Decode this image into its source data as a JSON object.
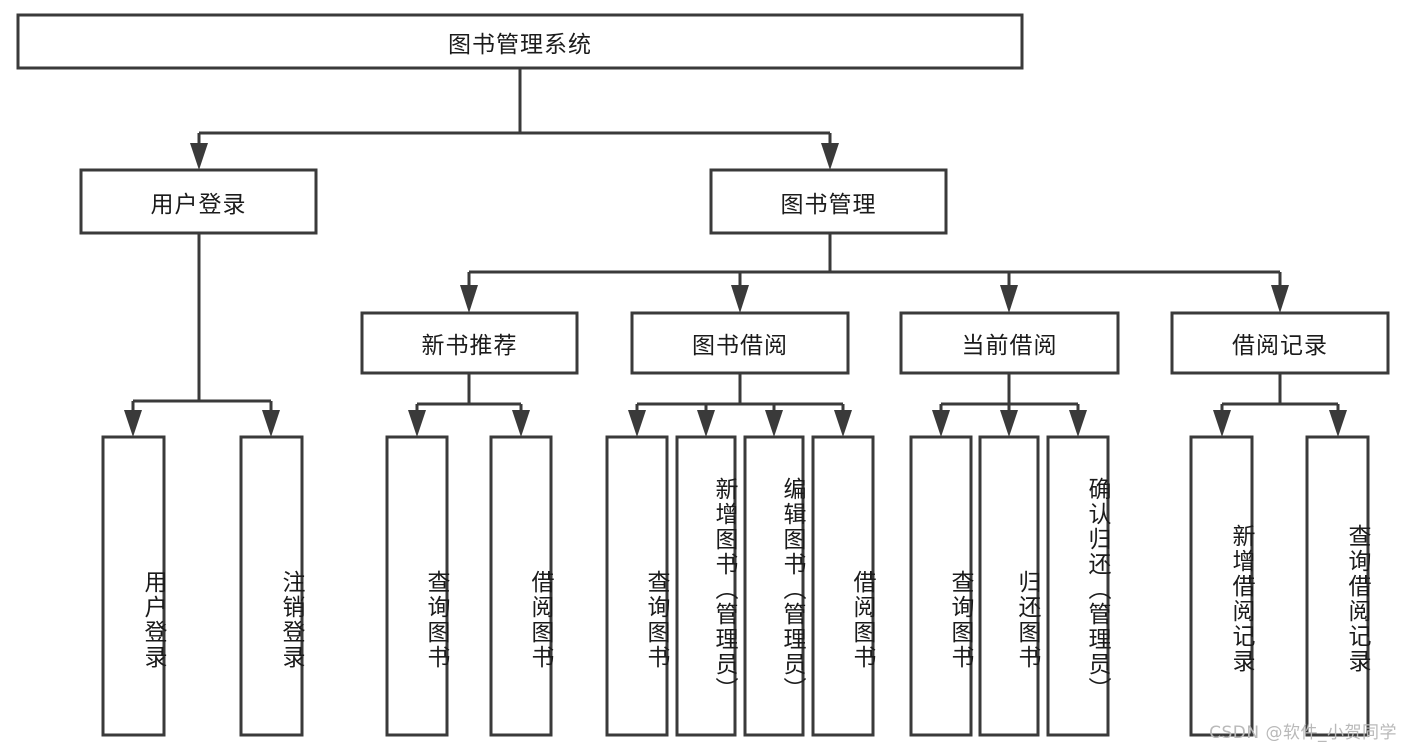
{
  "diagram": {
    "type": "tree-hierarchy",
    "title": "图书管理系统",
    "watermark": "CSDN @软件_小贺同学",
    "colors": {
      "stroke": "#3a3a3a",
      "box_fill": "#ffffff",
      "text": "#1b1b1b",
      "background": "#ffffff",
      "watermark": "#b9b9b9"
    },
    "levels": {
      "root_label": "图书管理系统",
      "level1": [
        {
          "id": "user-login",
          "label": "用户登录"
        },
        {
          "id": "book-manage",
          "label": "图书管理"
        }
      ],
      "level2": [
        {
          "id": "new-book-recommend",
          "label": "新书推荐",
          "parent": "book-manage"
        },
        {
          "id": "book-borrow",
          "label": "图书借阅",
          "parent": "book-manage"
        },
        {
          "id": "current-borrow",
          "label": "当前借阅",
          "parent": "book-manage"
        },
        {
          "id": "borrow-record",
          "label": "借阅记录",
          "parent": "book-manage"
        }
      ],
      "leaves": [
        {
          "id": "leaf-user-login",
          "label": "用户登录",
          "parent": "user-login"
        },
        {
          "id": "leaf-logout-login",
          "label": "注销登录",
          "parent": "user-login"
        },
        {
          "id": "leaf-query-book-1",
          "label": "查询图书",
          "parent": "new-book-recommend"
        },
        {
          "id": "leaf-borrow-book-1",
          "label": "借阅图书",
          "parent": "new-book-recommend"
        },
        {
          "id": "leaf-query-book-2",
          "label": "查询图书",
          "parent": "book-borrow"
        },
        {
          "id": "leaf-add-book",
          "label": "新增图书（管理员）",
          "parent": "book-borrow"
        },
        {
          "id": "leaf-edit-book",
          "label": "编辑图书（管理员）",
          "parent": "book-borrow"
        },
        {
          "id": "leaf-borrow-book-2",
          "label": "借阅图书",
          "parent": "book-borrow"
        },
        {
          "id": "leaf-query-book-3",
          "label": "查询图书",
          "parent": "current-borrow"
        },
        {
          "id": "leaf-return-book",
          "label": "归还图书",
          "parent": "current-borrow"
        },
        {
          "id": "leaf-confirm-return",
          "label": "确认归还（管理员）",
          "parent": "current-borrow"
        },
        {
          "id": "leaf-add-borrow-record",
          "label": "新增借阅记录",
          "parent": "borrow-record"
        },
        {
          "id": "leaf-query-borrow-record",
          "label": "查询借阅记录",
          "parent": "borrow-record"
        }
      ]
    }
  }
}
